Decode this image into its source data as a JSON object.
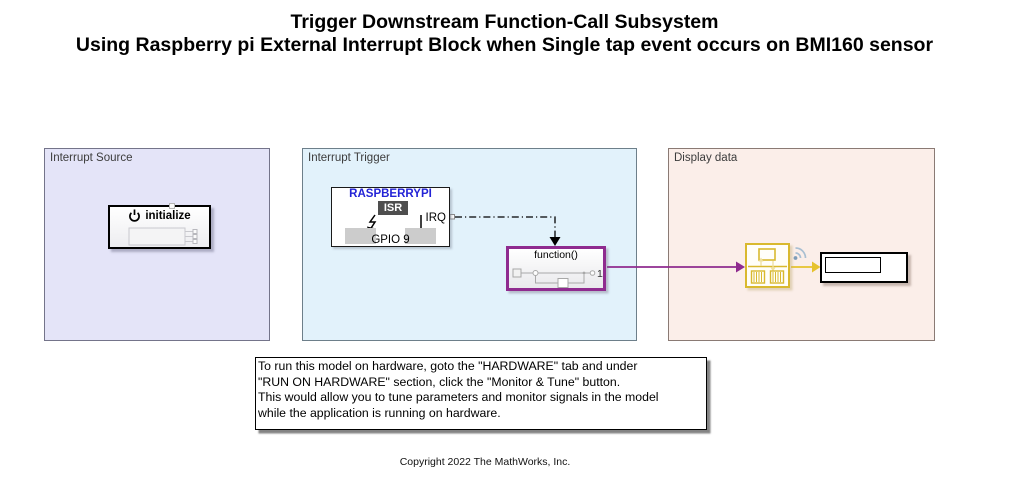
{
  "title": {
    "line1": "Trigger Downstream Function-Call Subsystem",
    "line2": "Using Raspberry pi External Interrupt Block when Single tap event occurs on BMI160 sensor"
  },
  "areas": [
    {
      "id": "interrupt-source",
      "label": "Interrupt Source",
      "fill": "#e4e4f8"
    },
    {
      "id": "interrupt-trigger",
      "label": "Interrupt Trigger",
      "fill": "#e2f2fb"
    },
    {
      "id": "display-data",
      "label": "Display data",
      "fill": "#fbeee9"
    }
  ],
  "blocks": {
    "initialize": {
      "label": "initialize"
    },
    "interrupt": {
      "header": "RASPBERRYPI",
      "isr_label": "ISR",
      "pin_label": "GPIO 9",
      "port_label": "IRQ"
    },
    "function_call": {
      "label": "function()",
      "out_port": "1"
    },
    "display": {
      "value": ""
    }
  },
  "annotation": {
    "text": "To run this model on hardware, goto the \"HARDWARE\" tab and under\n\"RUN ON HARDWARE\" section, click the \"Monitor & Tune\" button.\nThis would allow you to tune parameters and monitor signals in the model\nwhile the application is running on hardware."
  },
  "copyright": "Copyright 2022 The MathWorks, Inc.",
  "colors": {
    "area_interrupt_source_fill": "#e4e4f8",
    "area_interrupt_trigger_fill": "#e2f2fb",
    "area_display_data_fill": "#fbeee9",
    "subsystem_purple": "#8f2b8f",
    "hardware_gold": "#d9b92f",
    "wire_gold": "#e6c22d",
    "raspberrypi_blue": "#2323d6",
    "isr_badge_gray": "#4e4e4e",
    "wire_black": "#000000"
  }
}
